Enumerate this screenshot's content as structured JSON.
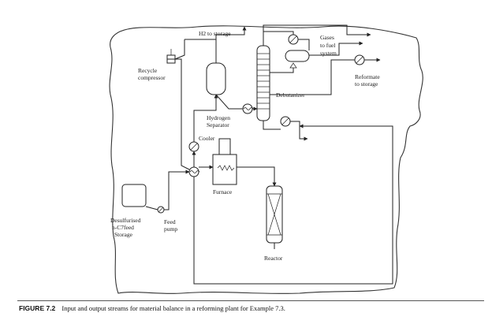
{
  "labels": {
    "h2_storage": "H2 to storage",
    "gases_1": "Gases",
    "gases_2": "to fuel",
    "gases_3": "system",
    "recycle_1": "Recycle",
    "recycle_2": "compressor",
    "reformate_1": "Reformate",
    "reformate_2": "to storage",
    "debutanizer": "Debutanizer",
    "hydrogen_1": "Hydrogen",
    "hydrogen_2": "Separator",
    "cooler": "Cooler",
    "furnace": "Furnace",
    "desulf_1": "Desulfurised",
    "desulf_2": "n-C7feed",
    "desulf_3": "Storage",
    "feed_1": "Feed",
    "feed_2": "pump",
    "reactor": "Reactor"
  },
  "caption": {
    "number": "FIGURE 7.2",
    "text": "Input and output streams for material balance in a reforming plant for Example 7.3."
  }
}
